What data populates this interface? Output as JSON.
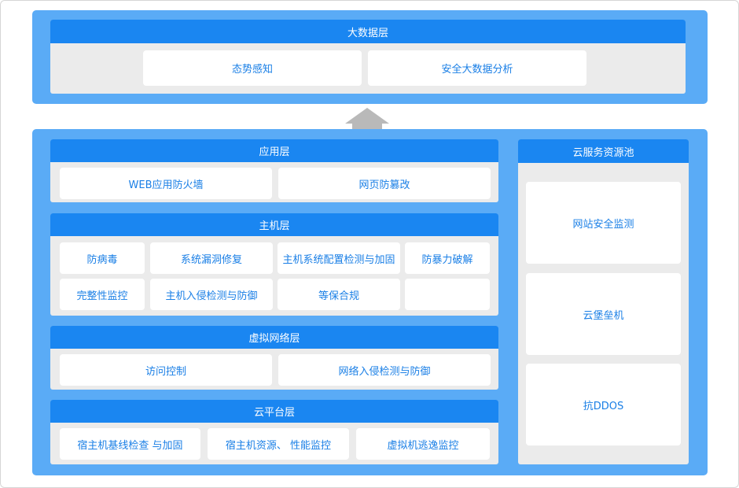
{
  "big_data": {
    "title": "大数据层",
    "items": [
      "态势感知",
      "安全大数据分析"
    ]
  },
  "app_layer": {
    "title": "应用层",
    "items": [
      "WEB应用防火墙",
      "网页防篡改"
    ]
  },
  "host_layer": {
    "title": "主机层",
    "row1": [
      "防病毒",
      "系统漏洞修复",
      "主机系统配置检测与加固",
      "防暴力破解"
    ],
    "row2": [
      "完整性监控",
      "主机入侵检测与防御",
      "等保合规",
      ""
    ]
  },
  "vnet_layer": {
    "title": "虚拟网络层",
    "items": [
      "访问控制",
      "网络入侵检测与防御"
    ]
  },
  "cloud_layer": {
    "title": "云平台层",
    "items": [
      "宿主机基线检查 与加固",
      "宿主机资源、 性能监控",
      "虚拟机逃逸监控"
    ]
  },
  "service_pool": {
    "title": "云服务资源池",
    "items": [
      "网站安全监测",
      "云堡垒机",
      "抗DDOS"
    ]
  },
  "colors": {
    "outer": "#5aabf6",
    "header": "#1a86f1",
    "panel": "#ebebeb",
    "text": "#1a7fe6"
  }
}
